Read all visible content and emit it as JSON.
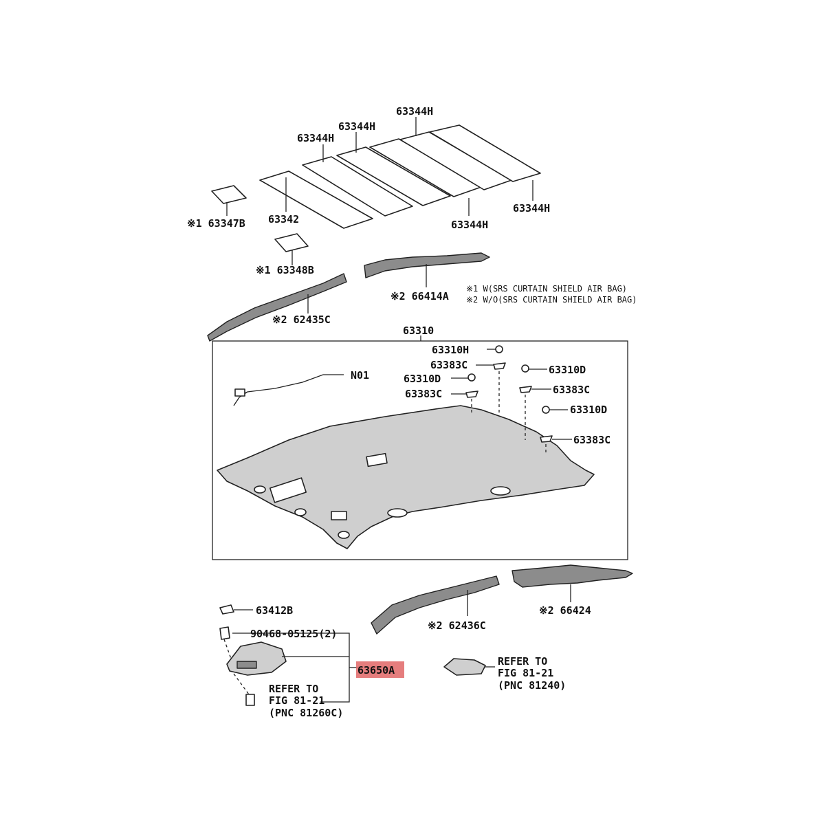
{
  "labels": {
    "p63344h_a": "63344H",
    "p63344h_b": "63344H",
    "p63344h_c": "63344H",
    "p63344h_d": "63344H",
    "p63344h_e": "63344H",
    "p63342": "63342",
    "p63347b": "※1 63347B",
    "p63348b": "※1 63348B",
    "p66414a": "※2 66414A",
    "p62435c": "※2 62435C",
    "p63310": "63310",
    "p63310h": "63310H",
    "p63383c_a": "63383C",
    "p63310d_a": "63310D",
    "p63383c_b": "63383C",
    "p63310d_b": "63310D",
    "p63383c_c": "63383C",
    "p63310d_c": "63310D",
    "p63383c_d": "63383C",
    "n01": "N01",
    "p63412b": "63412B",
    "p62436c": "※2 62436C",
    "p66424": "※2 66424",
    "p90468": "90468-05125(2)",
    "p63650a": "63650A",
    "refer1_l1": "REFER TO",
    "refer1_l2": "FIG 81-21",
    "refer1_l3": "(PNC 81260C)",
    "refer2_l1": "REFER TO",
    "refer2_l2": "FIG 81-21",
    "refer2_l3": "(PNC 81240)"
  },
  "notes": {
    "note1": "※1 W(SRS CURTAIN SHIELD AIR BAG)",
    "note2": "※2 W/O(SRS CURTAIN SHIELD AIR BAG)"
  },
  "colors": {
    "highlight": "#e06666"
  }
}
